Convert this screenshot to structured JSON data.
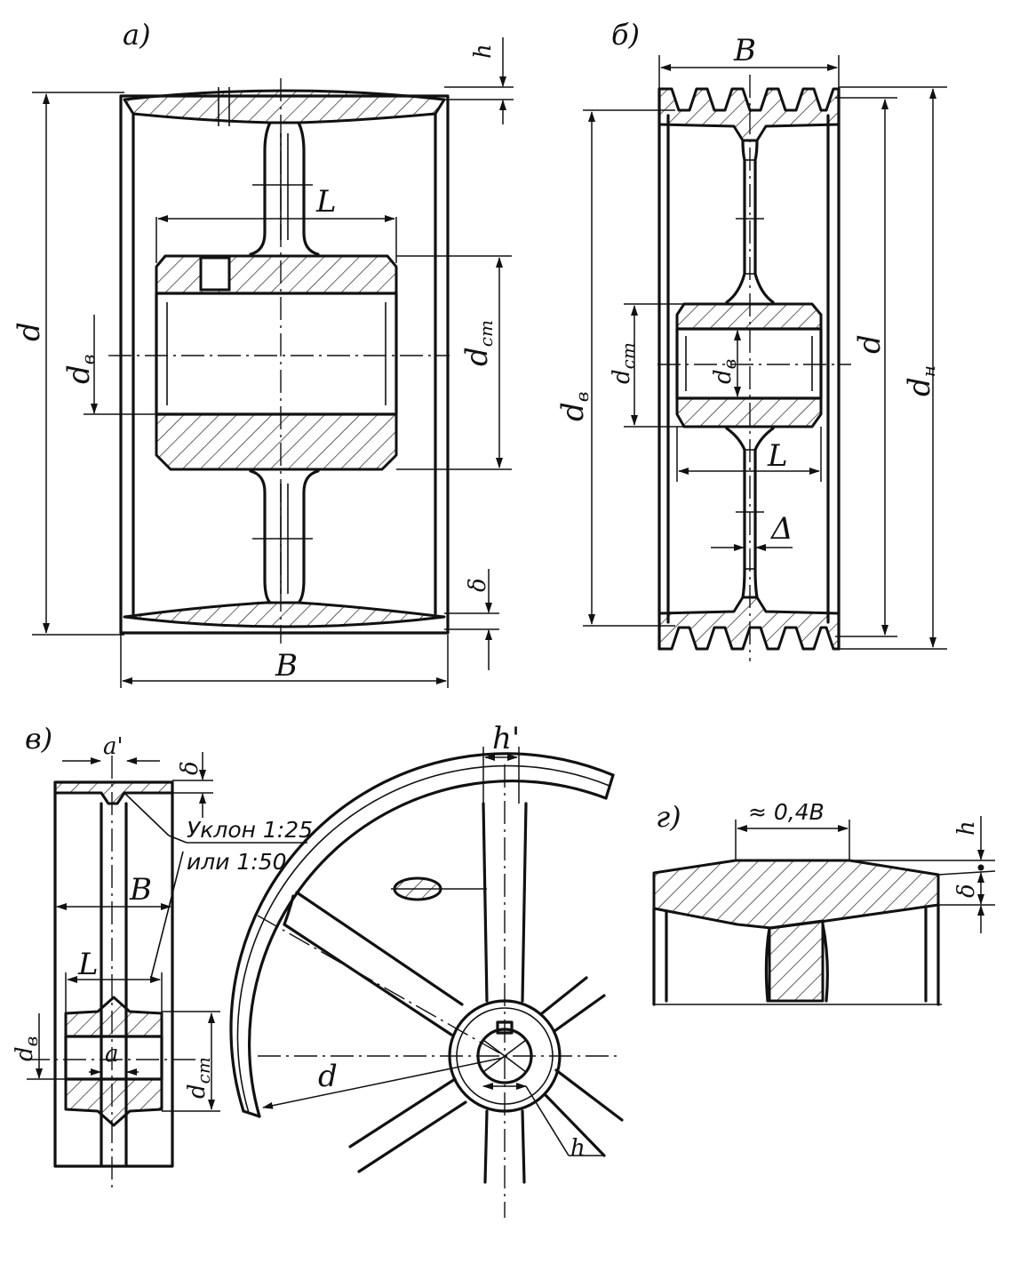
{
  "views": {
    "a": {
      "caption": "a)",
      "h": "h",
      "d": "d",
      "L": "L",
      "d_st": "d",
      "d_st_sub": "ст",
      "d_v": "d",
      "d_v_sub": "в",
      "delta": "δ",
      "B": "B"
    },
    "b": {
      "caption": "б)",
      "B": "B",
      "d_v_outer": "d",
      "d_v_outer_sub": "в",
      "d_st": "d",
      "d_st_sub": "ст",
      "d_v": "d",
      "d_v_sub": "в",
      "d": "d",
      "d_n": "d",
      "d_n_sub": "н",
      "L": "L",
      "Delta": "Δ"
    },
    "v": {
      "caption": "в)",
      "a_prime": "a'",
      "delta": "δ",
      "slope1": "Уклон 1:25",
      "slope2": "или 1:50",
      "B": "B",
      "L": "L",
      "d_v": "d",
      "d_v_sub": "в",
      "a": "a",
      "d_st": "d",
      "d_st_sub": "ст",
      "d": "d",
      "h_prime": "h'",
      "h": "h"
    },
    "g": {
      "caption": "г)",
      "width": "≈ 0,4B",
      "h": "h",
      "delta": "δ"
    }
  }
}
